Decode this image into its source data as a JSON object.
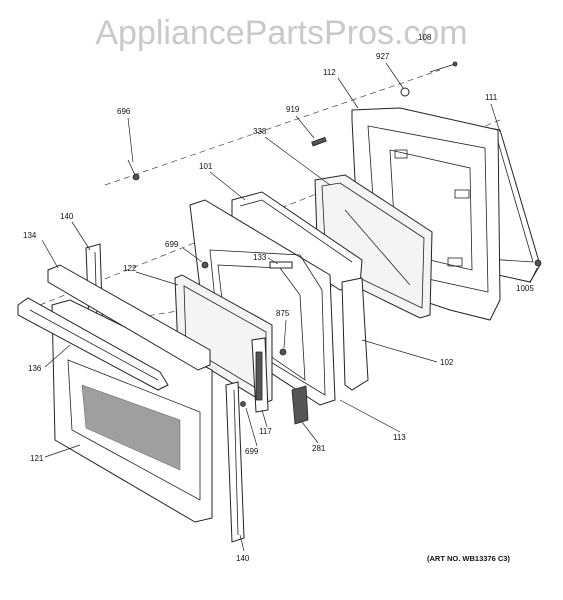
{
  "watermark": "AppliancePartsPros.com",
  "art_number": "(ART NO. WB13376 C3)",
  "callouts": {
    "c696": "696",
    "c927": "927",
    "c108": "108",
    "c112": "112",
    "c111": "111",
    "c919": "919",
    "c338": "338",
    "c101": "101",
    "c140_top": "140",
    "c134": "134",
    "c699_top": "699",
    "c133": "133",
    "c122": "122",
    "c875": "875",
    "c1005": "1005",
    "c102": "102",
    "c136": "136",
    "c117": "117",
    "c113": "113",
    "c699_bottom": "699",
    "c281": "281",
    "c121": "121",
    "c140_bottom": "140"
  }
}
